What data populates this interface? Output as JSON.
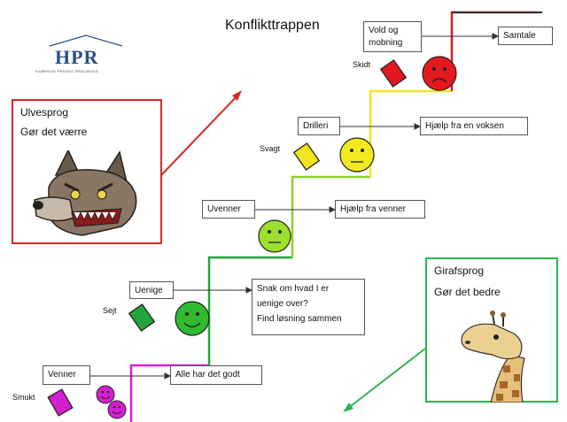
{
  "title": "Konflikttrappen",
  "logo": {
    "name": "HPR",
    "subtitle": "HJØRRING PRIVATE REALSKOLE"
  },
  "wolf_panel": {
    "title": "Ulvesprog",
    "text": "Gør det værre"
  },
  "giraffe_panel": {
    "title": "Girafsprog",
    "text": "Gør det bedre"
  },
  "steps": [
    {
      "label": "Venner",
      "action": "Alle har det godt",
      "word": "Smukt",
      "color": "#d61ed1"
    },
    {
      "label": "Uenige",
      "action": [
        "Snak om hvad I er",
        "uenige over?",
        "Find løsning sammen"
      ],
      "word": "Sejt",
      "color": "#24a43c"
    },
    {
      "label": "Uvenner",
      "action": "Hjælp fra venner",
      "color": "#8bd12e"
    },
    {
      "label": "Drilleri",
      "action": "Hjælp fra en voksen",
      "word": "Svagt",
      "color": "#f0e61d"
    },
    {
      "label": "Vold og\nmobning",
      "action": "Samtale",
      "word": "Skidt",
      "color": "#e3191f"
    }
  ],
  "colors": {
    "wolf": "#d62828",
    "giraffe": "#2eb350",
    "logo": "#2a4f8a"
  },
  "icons": [
    "wolf-illustration",
    "giraffe-illustration",
    "smiley-face",
    "card-icon"
  ]
}
